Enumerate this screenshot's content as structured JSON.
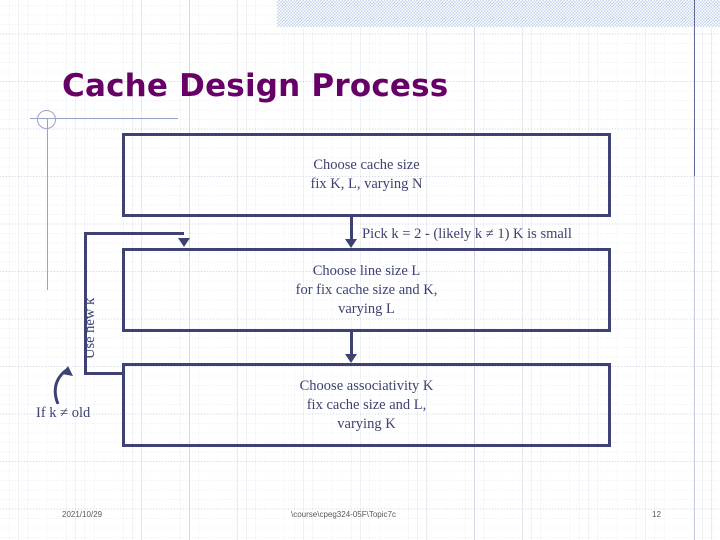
{
  "slide": {
    "title": "Cache Design Process",
    "title_color": "#660066",
    "accent_color": "#3d4272",
    "background": "#ffffff"
  },
  "boxes": [
    {
      "id": "box1",
      "name": "choose-cache-size-box",
      "lines": [
        "Choose cache size",
        "fix K, L, varying N"
      ]
    },
    {
      "id": "box2",
      "name": "choose-line-size-box",
      "lines": [
        "Choose line size L",
        "for fix cache size and K,",
        "varying L"
      ]
    },
    {
      "id": "box3",
      "name": "choose-associativity-box",
      "lines": [
        "Choose associativity K",
        "fix cache size and L,",
        "varying K"
      ]
    }
  ],
  "annotations": {
    "pick_note": "Pick k = 2  -  (likely k ≠ 1) K is small",
    "feedback_label": "Use new k",
    "condition_label": "If k ≠ old"
  },
  "icons": {
    "down_arrow": "down-arrow-icon",
    "curved_arrow": "curved-arrow-icon",
    "circle_decoration": "circle-decoration-icon"
  },
  "footer": {
    "date": "2021/10/29",
    "path": "\\course\\cpeg324-05F\\Topic7c",
    "page": "12"
  }
}
